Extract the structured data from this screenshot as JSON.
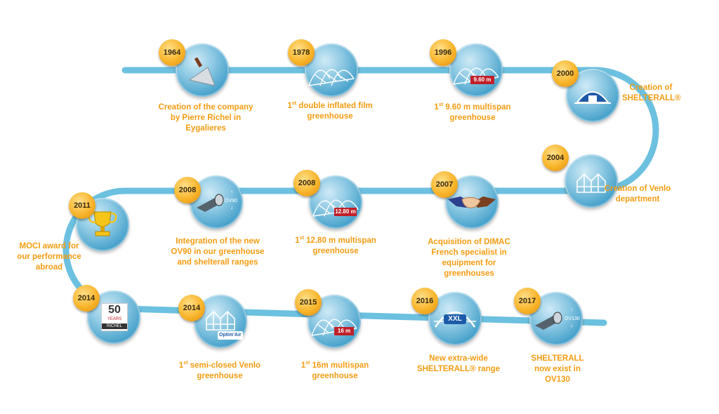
{
  "milestones": [
    {
      "year": "1964",
      "caption": "Creation of the company by Pierre Richel in Eygalieres",
      "icon": "trowel-icon"
    },
    {
      "year": "1978",
      "sup": "st",
      "caption_pre": "1",
      "caption": "double inflated film greenhouse",
      "icon": "multispan-greenhouse-icon"
    },
    {
      "year": "1996",
      "sup": "st",
      "caption_pre": "1",
      "caption": "9.60 m multispan greenhouse",
      "icon": "multispan-greenhouse-icon",
      "tag": "9.60 m"
    },
    {
      "year": "2000",
      "caption": "Creation of SHELTERALL®",
      "icon": "shelter-tunnel-icon"
    },
    {
      "year": "2004",
      "caption": "Creation of Venlo department",
      "icon": "venlo-greenhouse-icon"
    },
    {
      "year": "2007",
      "caption": "Acquisition of DIMAC French specialist in equipment for greenhouses",
      "icon": "handshake-icon"
    },
    {
      "year": "2008",
      "sup": "st",
      "caption_pre": "1",
      "caption": "12.80 m multispan greenhouse",
      "icon": "multispan-greenhouse-icon",
      "tag": "12.80 m"
    },
    {
      "year": "2008",
      "caption": "Integration of the new OV90 in our greenhouse and shelterall ranges",
      "icon": "tube-profile-icon",
      "tag": "OV90"
    },
    {
      "year": "2011",
      "caption": "MOCI award for our performance abroad",
      "icon": "trophy-icon"
    },
    {
      "year": "2014",
      "caption": "",
      "icon": "anniversary-logo-icon",
      "logo_number": "50",
      "logo_years": "YEARS",
      "logo_brand": "RICHEL"
    },
    {
      "year": "2014",
      "sup": "st",
      "caption_pre": "1",
      "caption": "semi-closed Venlo greenhouse",
      "icon": "venlo-greenhouse-icon",
      "tag": "Optim'Air"
    },
    {
      "year": "2015",
      "sup": "st",
      "caption_pre": "1",
      "caption": "16m multispan greenhouse",
      "icon": "multispan-greenhouse-icon",
      "tag": "16 m"
    },
    {
      "year": "2016",
      "caption": "New extra-wide SHELTERALL® range",
      "icon": "xxl-shelter-icon",
      "tag": "XXL"
    },
    {
      "year": "2017",
      "caption": "SHELTERALL now exist in OV130",
      "icon": "tube-profile-icon",
      "tag": "OV130"
    }
  ],
  "colors": {
    "track": "#6cc0e0",
    "caption": "#f39c12",
    "year_badge": "#f8b52b",
    "node": "#4aa3cc"
  }
}
